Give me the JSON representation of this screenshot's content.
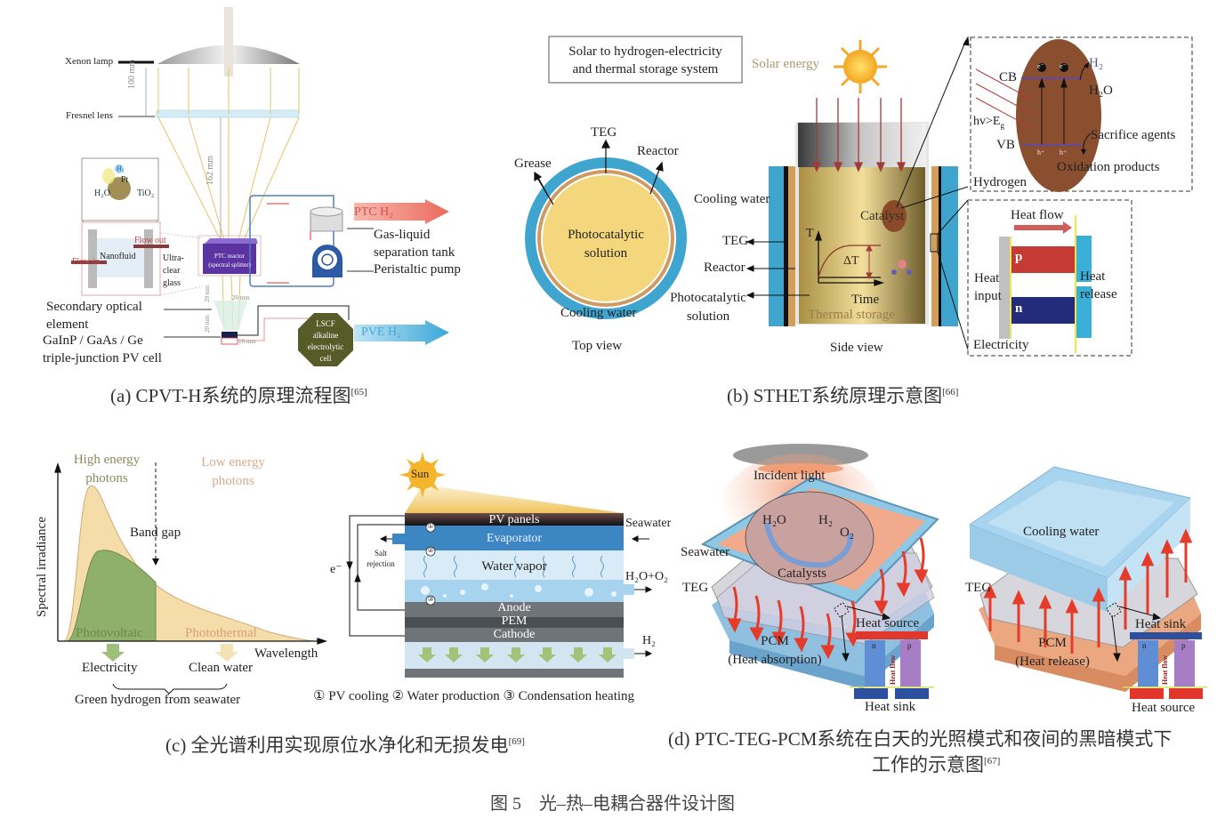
{
  "figure_caption": "图 5　光–热–电耦合器件设计图",
  "panel_a": {
    "caption": "(a) CPVT-H系统的原理流程图",
    "ref": "[65]",
    "labels": {
      "xenon_lamp": "Xenon lamp",
      "fresnel_lens": "Fresnel lens",
      "dim_100": "100 mm",
      "dim_162": "162 mm",
      "h2_bubble": "H₂",
      "pt": "Pt",
      "h2o": "H₂O",
      "tio2": "TiO₂",
      "flow_out": "Flow out",
      "flow_in": "Flow in",
      "nanofluid": "Nanofluid",
      "ultra_clear_glass": [
        "Ultra-",
        "clear",
        "glass"
      ],
      "ptc_reactor": [
        "PTC reactor",
        "(spectral splitter)"
      ],
      "ptc_h2": "PTC H₂",
      "gas_liquid": [
        "Gas-liquid",
        "separation tank"
      ],
      "pump": "Peristaltic pump",
      "secondary_optical": [
        "Secondary optical",
        "element"
      ],
      "pv_cell": [
        "GaInP / GaAs / Ge",
        "triple-junction PV cell"
      ],
      "dim_20a": "20 mm",
      "dim_20b": "20 mm",
      "dim_20c": "20 mm",
      "dim_10": "10 mm",
      "lscf": [
        "LSCF",
        "alkaline",
        "electrolytic",
        "cell"
      ],
      "pve_h2": "PVE H₂"
    }
  },
  "panel_b": {
    "caption": "(b) STHET系统原理示意图",
    "ref": "[66]",
    "title_box": [
      "Solar to hydrogen-electricity",
      "and thermal storage system"
    ],
    "solar_energy": "Solar energy",
    "top_view": {
      "label": "Top view",
      "teg": "TEG",
      "reactor": "Reactor",
      "grease": "Grease",
      "solution": [
        "Photocatalytic",
        "solution"
      ],
      "cooling_water": "Cooling water"
    },
    "side_view": {
      "label": "Side view",
      "cooling_water": "Cooling water",
      "teg": "TEG",
      "reactor": "Reactor",
      "solution": [
        "Photocatalytic",
        "solution"
      ],
      "catalyst": "Catalyst",
      "t_axis": "T",
      "delta_t": "ΔT",
      "time_axis": "Time",
      "thermal_storage": "Thermal storage"
    },
    "photocatalysis_inset": {
      "cb": "CB",
      "vb": "VB",
      "hv": "hv>E",
      "hv_sub": "g",
      "electron": "e⁻",
      "hole": "h⁺",
      "h2": "H₂",
      "h2o": "H₂O",
      "sacrifice": "Sacrifice agents",
      "oxidation": "Oxidation products",
      "hydrogen": "Hydrogen"
    },
    "teg_inset": {
      "heat_flow": "Heat flow",
      "p": "p",
      "n": "n",
      "heat_input": [
        "Heat",
        "input"
      ],
      "heat_release": [
        "Heat",
        "release"
      ],
      "electricity": "Electricity"
    }
  },
  "panel_c": {
    "caption": "(c) 全光谱利用实现原位水净化和无损发电",
    "ref": "[69]",
    "spectrum": {
      "high_energy": [
        "High energy",
        "photons"
      ],
      "low_energy": [
        "Low energy",
        "photons"
      ],
      "band_gap": "Band gap",
      "ylabel": "Spectral irradiance",
      "xlabel": "Wavelength",
      "photovoltaic": "Photovoltaic",
      "photothermal": "Photothermal",
      "electricity": "Electricity",
      "clean_water": "Clean water",
      "green_h2": "Green hydrogen from seawater"
    },
    "device": {
      "sun": "Sun",
      "pv_panels": "PV panels",
      "evaporator": "Evaporator",
      "water_vapor": "Water vapor",
      "anode": "Anode",
      "pem": "PEM",
      "cathode": "Cathode",
      "seawater": "Seawater",
      "h2o_o2": "H₂O+O₂",
      "h2": "H₂",
      "salt_rejection": [
        "Salt",
        "rejection"
      ],
      "electron": "e⁻",
      "n1": "①",
      "n2": "②",
      "n3": "③",
      "legend": "① PV cooling ② Water production ③ Condensation heating"
    }
  },
  "panel_d": {
    "caption_line1": "(d) PTC-TEG-PCM系统在白天的光照模式和夜间的黑暗模式下",
    "caption_line2": "工作的示意图",
    "ref": "[67]",
    "day": {
      "incident_light": "Incident light",
      "h2o": "H₂O",
      "h2": "H₂",
      "o2": "O₂",
      "seawater": "Seawater",
      "catalysts": "Catalysts",
      "teg": "TEG",
      "pcm": [
        "PCM",
        "(Heat absorption)"
      ],
      "heat_source": "Heat source",
      "heat_sink": "Heat sink",
      "n": "n",
      "p": "p",
      "heat_flow": "Heat flow"
    },
    "night": {
      "cooling_water": "Cooling water",
      "teg": "TEG",
      "pcm": [
        "PCM",
        "(Heat release)"
      ],
      "heat_sink": "Heat sink",
      "heat_source": "Heat source",
      "n": "n",
      "p": "p",
      "heat_flow": "Heat flow"
    }
  }
}
